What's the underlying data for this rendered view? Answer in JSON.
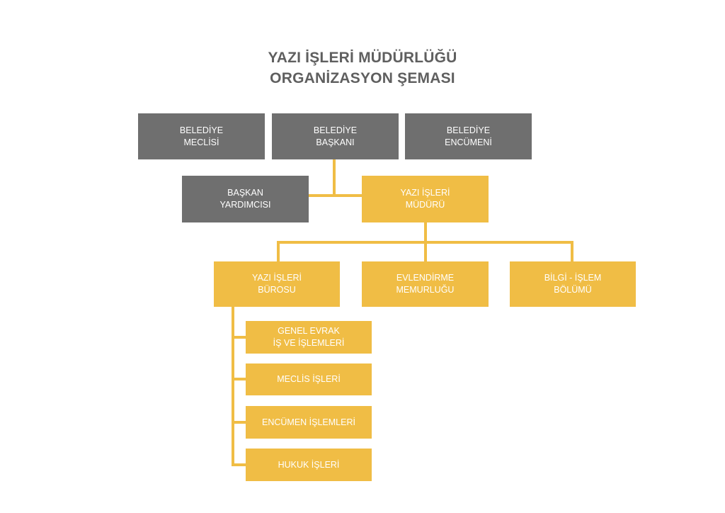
{
  "title": {
    "line1": "YAZI İŞLERİ MÜDÜRLÜĞÜ",
    "line2": "ORGANİZASYON ŞEMASI"
  },
  "colors": {
    "top_level": "#6f6f6f",
    "department": "#f0bd45",
    "connector": "#f0bd45",
    "title_text": "#5f5f5f"
  },
  "nodes": {
    "belediye_meclisi": {
      "line1": "BELEDİYE",
      "line2": "MECLİSİ"
    },
    "belediye_baskani": {
      "line1": "BELEDİYE",
      "line2": "BAŞKANI"
    },
    "belediye_encumeni": {
      "line1": "BELEDİYE",
      "line2": "ENCÜMENİ"
    },
    "baskan_yardimcisi": {
      "line1": "BAŞKAN",
      "line2": "YARDIMCISI"
    },
    "yazi_isleri_muduru": {
      "line1": "YAZI İŞLERİ",
      "line2": "MÜDÜRÜ"
    },
    "yazi_isleri_burosu": {
      "line1": "YAZI İŞLERİ",
      "line2": "BÜROSU"
    },
    "evlendirme_memurlugu": {
      "line1": "EVLENDİRME",
      "line2": "MEMURLUĞU"
    },
    "bilgi_islem_bolumu": {
      "line1": "BİLGİ - İŞLEM",
      "line2": "BÖLÜMÜ"
    },
    "genel_evrak": {
      "line1": "GENEL EVRAK",
      "line2": "İŞ VE İŞLEMLERİ"
    },
    "meclis_isleri": {
      "line1": "MECLİS İŞLERİ"
    },
    "encumen_islemleri": {
      "line1": "ENCÜMEN İŞLEMLERİ"
    },
    "hukuk_isleri": {
      "line1": "HUKUK İŞLERİ"
    }
  }
}
